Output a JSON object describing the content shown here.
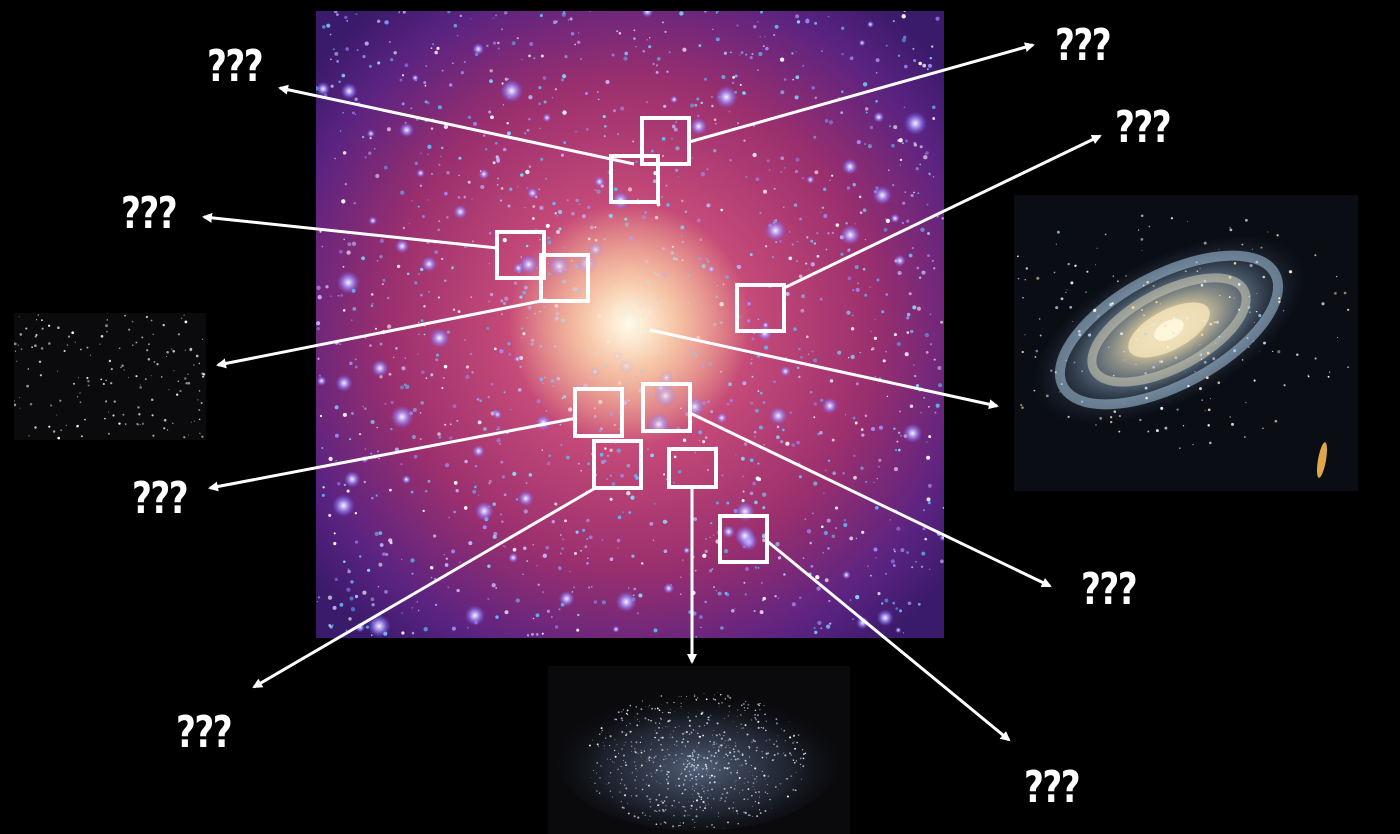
{
  "diagram": {
    "question_label": "???",
    "labels": [
      {
        "id": "label-top-left"
      },
      {
        "id": "label-top-right"
      },
      {
        "id": "label-upper-right"
      },
      {
        "id": "label-left"
      },
      {
        "id": "label-mid-left"
      },
      {
        "id": "label-lower-right"
      },
      {
        "id": "label-bottom-left"
      },
      {
        "id": "label-bottom-right"
      }
    ],
    "images": [
      {
        "id": "dark-matter-halo-simulation",
        "description_icon": "simulation-image"
      },
      {
        "id": "dwarf-galaxy-left",
        "description_icon": "star-field-image"
      },
      {
        "id": "spiral-galaxy-right",
        "description_icon": "spiral-galaxy-image"
      },
      {
        "id": "dwarf-galaxy-bottom",
        "description_icon": "dwarf-galaxy-image"
      }
    ],
    "colors": {
      "background": "#000000",
      "arrow": "#ffffff",
      "box": "#ffffff",
      "halo_core": "#f6c7a0",
      "halo_body": "#b8376a",
      "halo_edge": "#3a1a6a",
      "subhalo": "#7a6cff"
    }
  }
}
